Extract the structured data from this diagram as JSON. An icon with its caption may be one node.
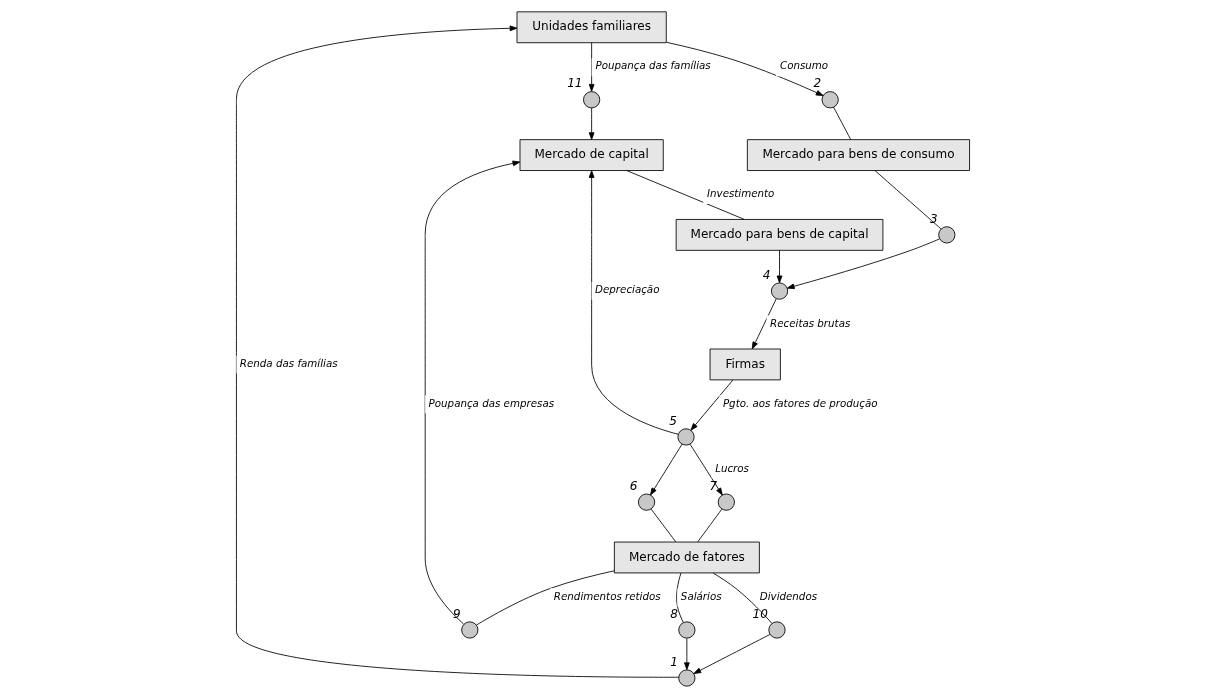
{
  "diagram": {
    "nodes": [
      {
        "text": [
          "Unidades familiares"
        ]
      },
      {
        "text": [],
        "shape": "circle",
        "beside": [
          "1"
        ]
      },
      {
        "text": [],
        "shape": "circle",
        "beside": [
          "11"
        ]
      },
      {
        "text": [
          "Mercado de capital"
        ]
      },
      {
        "text": [],
        "shape": "circle",
        "beside": [
          "8"
        ]
      },
      {
        "text": [],
        "shape": "circle",
        "beside": [
          "10"
        ]
      },
      {
        "text": [
          "Mercado de fatores"
        ]
      },
      {
        "text": [],
        "shape": "circle",
        "beside": [
          "9"
        ]
      },
      {
        "text": [],
        "shape": "circle",
        "beside": [
          "2"
        ]
      },
      {
        "text": [],
        "shape": "circle",
        "beside": [
          "6"
        ]
      },
      {
        "text": [],
        "shape": "circle",
        "beside": [
          "7"
        ]
      },
      {
        "text": [],
        "shape": "circle",
        "beside": [
          "5"
        ]
      },
      {
        "text": [
          "Mercado para bens de consumo"
        ]
      },
      {
        "text": [
          "Mercado para bens de capital"
        ]
      },
      {
        "text": [],
        "shape": "circle",
        "beside": [
          "3"
        ]
      },
      {
        "text": [],
        "shape": "circle",
        "beside": [
          "4"
        ]
      },
      {
        "text": [
          "Firmas"
        ]
      }
    ],
    "edges": [
      {
        "from": 6,
        "to": 4,
        "arrow": "none",
        "label": "Salários"
      },
      {
        "from": 4,
        "to": 1,
        "arrow": "to"
      },
      {
        "from": 6,
        "to": 5,
        "arrow": "none",
        "label": "Dividendos"
      },
      {
        "from": 5,
        "to": 1,
        "arrow": "to"
      },
      {
        "from": 1,
        "to": 0,
        "arrow": "to",
        "label": "Renda das famílias"
      },
      {
        "from": 0,
        "to": 2,
        "arrow": "to",
        "label": "Poupança das famílias"
      },
      {
        "from": 2,
        "to": 3,
        "arrow": "to"
      },
      {
        "from": 0,
        "to": 8,
        "arrow": "to",
        "label": "Consumo"
      },
      {
        "from": 8,
        "to": 12,
        "arrow": "none"
      },
      {
        "from": 6,
        "to": 7,
        "arrow": "none",
        "label": "Rendimentos retidos"
      },
      {
        "from": 7,
        "to": 3,
        "arrow": "to",
        "label": "Poupança das empresas"
      },
      {
        "from": 11,
        "to": 3,
        "arrow": "to",
        "label": "Depreciação"
      },
      {
        "from": 3,
        "to": 13,
        "arrow": "none",
        "label": "Investimento"
      },
      {
        "from": 12,
        "to": 14,
        "arrow": "none"
      },
      {
        "from": 14,
        "to": 15,
        "arrow": "to"
      },
      {
        "from": 13,
        "to": 15,
        "arrow": "to"
      },
      {
        "from": 15,
        "to": 16,
        "arrow": "to",
        "label": "Receitas brutas"
      },
      {
        "from": 16,
        "to": 11,
        "arrow": "to",
        "label": "Pgto. aos fatores de produção"
      },
      {
        "from": 11,
        "to": 9,
        "arrow": "to"
      },
      {
        "from": 9,
        "to": 6,
        "arrow": "none"
      },
      {
        "from": 11,
        "to": 10,
        "arrow": "to",
        "label": "Lucros"
      },
      {
        "from": 10,
        "to": 6,
        "arrow": "none"
      }
    ]
  }
}
